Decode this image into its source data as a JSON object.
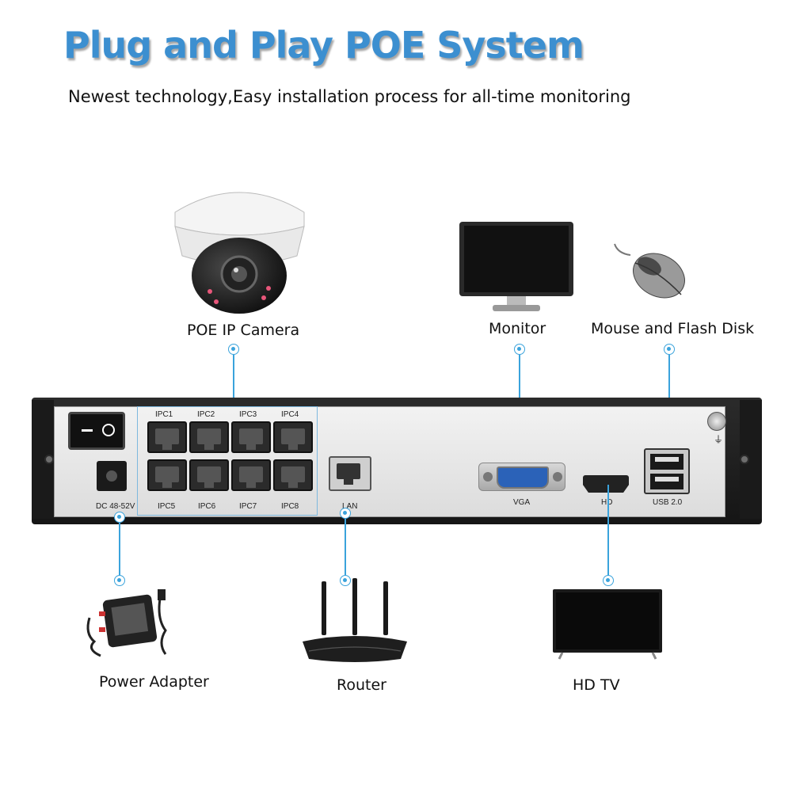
{
  "header": {
    "title": "Plug and Play POE System",
    "subtitle": "Newest technology,Easy installation process for all-time monitoring"
  },
  "devices": {
    "camera": "POE IP Camera",
    "monitor": "Monitor",
    "mouse": "Mouse and Flash Disk",
    "power": "Power  Adapter",
    "router": "Router",
    "tv": "HD TV"
  },
  "ports": {
    "ipc1": "IPC1",
    "ipc2": "IPC2",
    "ipc3": "IPC3",
    "ipc4": "IPC4",
    "ipc5": "IPC5",
    "ipc6": "IPC6",
    "ipc7": "IPC7",
    "ipc8": "IPC8",
    "dc": "DC 48-52V",
    "lan": "LAN",
    "vga": "VGA",
    "hd": "HD",
    "usb": "USB 2.0"
  },
  "colors": {
    "title": "#3c8fd0",
    "connector": "#3aa3dc"
  }
}
